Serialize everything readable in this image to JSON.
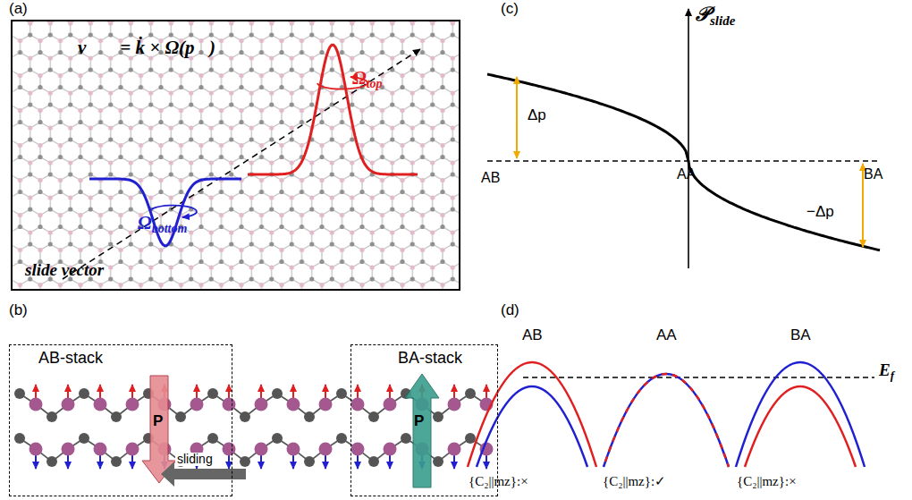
{
  "diagram": {
    "nodes": [
      {
        "text": [
          "v⃗⊥ = k̇ × Ω(p⃗)",
          "Ω",
          "top",
          "Ω",
          "bottom",
          "slide vector"
        ]
      },
      {
        "text": [
          "AB-stack",
          "P"
        ]
      },
      {
        "text": [
          "BA-stack",
          "P"
        ]
      }
    ],
    "labels": [
      "(a)",
      "(b)",
      "(c)",
      "(d)",
      "sliding",
      "𝒫",
      "slide",
      "Δp",
      "AB",
      "AA",
      "BA",
      "−Δp",
      "AB",
      "AA",
      "BA",
      "E",
      "f",
      "{C₂||mz}:×",
      "{C₂||mz}:✓",
      "{C₂||mz}:×"
    ]
  }
}
